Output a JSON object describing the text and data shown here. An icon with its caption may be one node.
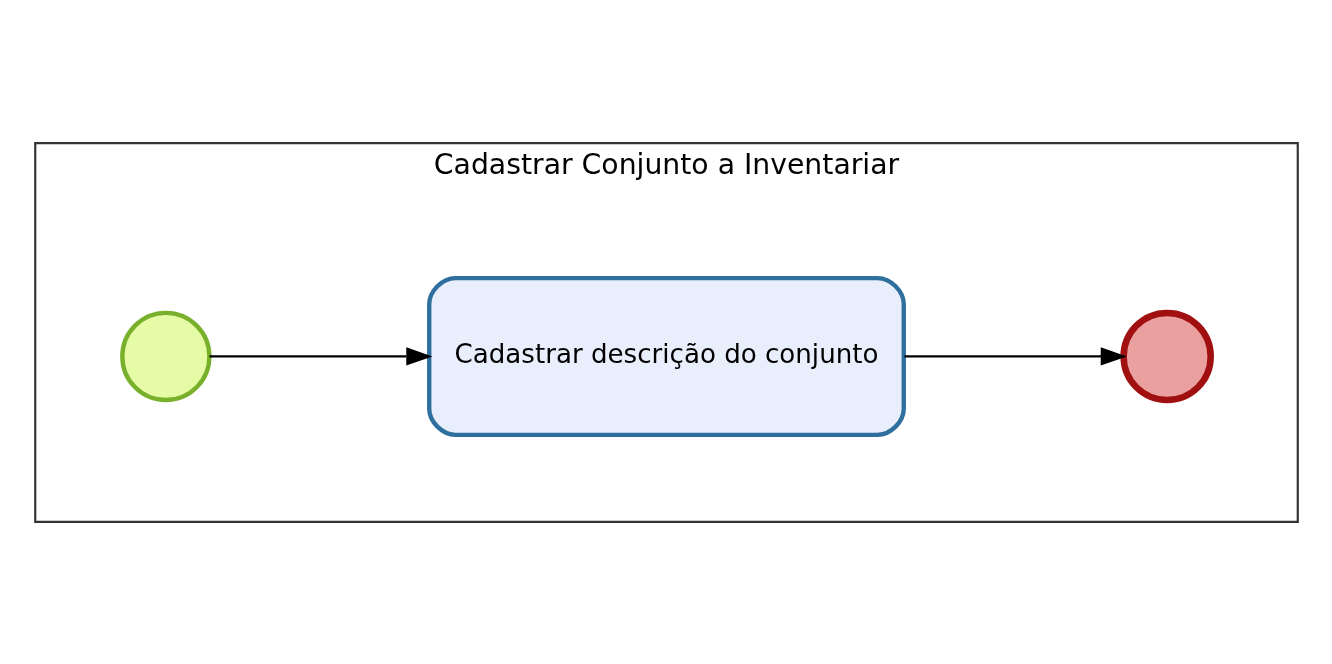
{
  "diagram": {
    "nodes": [
      {
        "text": [
          "Cadastrar Conjunto a Inventariar"
        ]
      },
      {
        "text": [],
        "shape": "circle",
        "in": 0
      },
      {
        "text": [
          "Cadastrar descrição do conjunto"
        ],
        "in": 0
      },
      {
        "text": [],
        "shape": "circle",
        "in": 0
      }
    ],
    "edges": [
      {
        "from": 1,
        "to": 2,
        "arrow": "to"
      },
      {
        "from": 2,
        "to": 3,
        "arrow": "to"
      }
    ]
  }
}
